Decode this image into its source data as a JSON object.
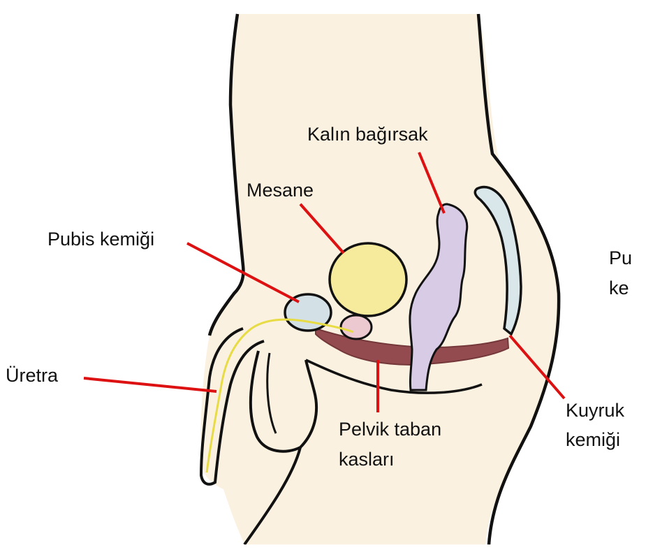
{
  "labels": {
    "kalin_bagirsak": "Kalın bağırsak",
    "mesane": "Mesane",
    "pubis_kemigi": "Pubis kemiği",
    "uretra": "Üretra",
    "pelvik_line1": "Pelvik taban",
    "pelvik_line2": "kasları",
    "kuyruk_line1": "Kuyruk",
    "kuyruk_line2": "kemiği",
    "cut_line1": "Pu",
    "cut_line2": "ke"
  },
  "colors": {
    "outline": "#111111",
    "pointer": "#dd1111",
    "skin": "#fbf1e1",
    "bladder": "#f6eb9c",
    "pubic_bone": "#d3e1e6",
    "prostate": "#ecc8d0",
    "colon": "#d8cbe6",
    "muscle": "#8e4348",
    "urethra": "#e7dc45",
    "coccyx": "#d9e7eb"
  },
  "icons": [
    "pelvic-anatomy-illustration"
  ]
}
